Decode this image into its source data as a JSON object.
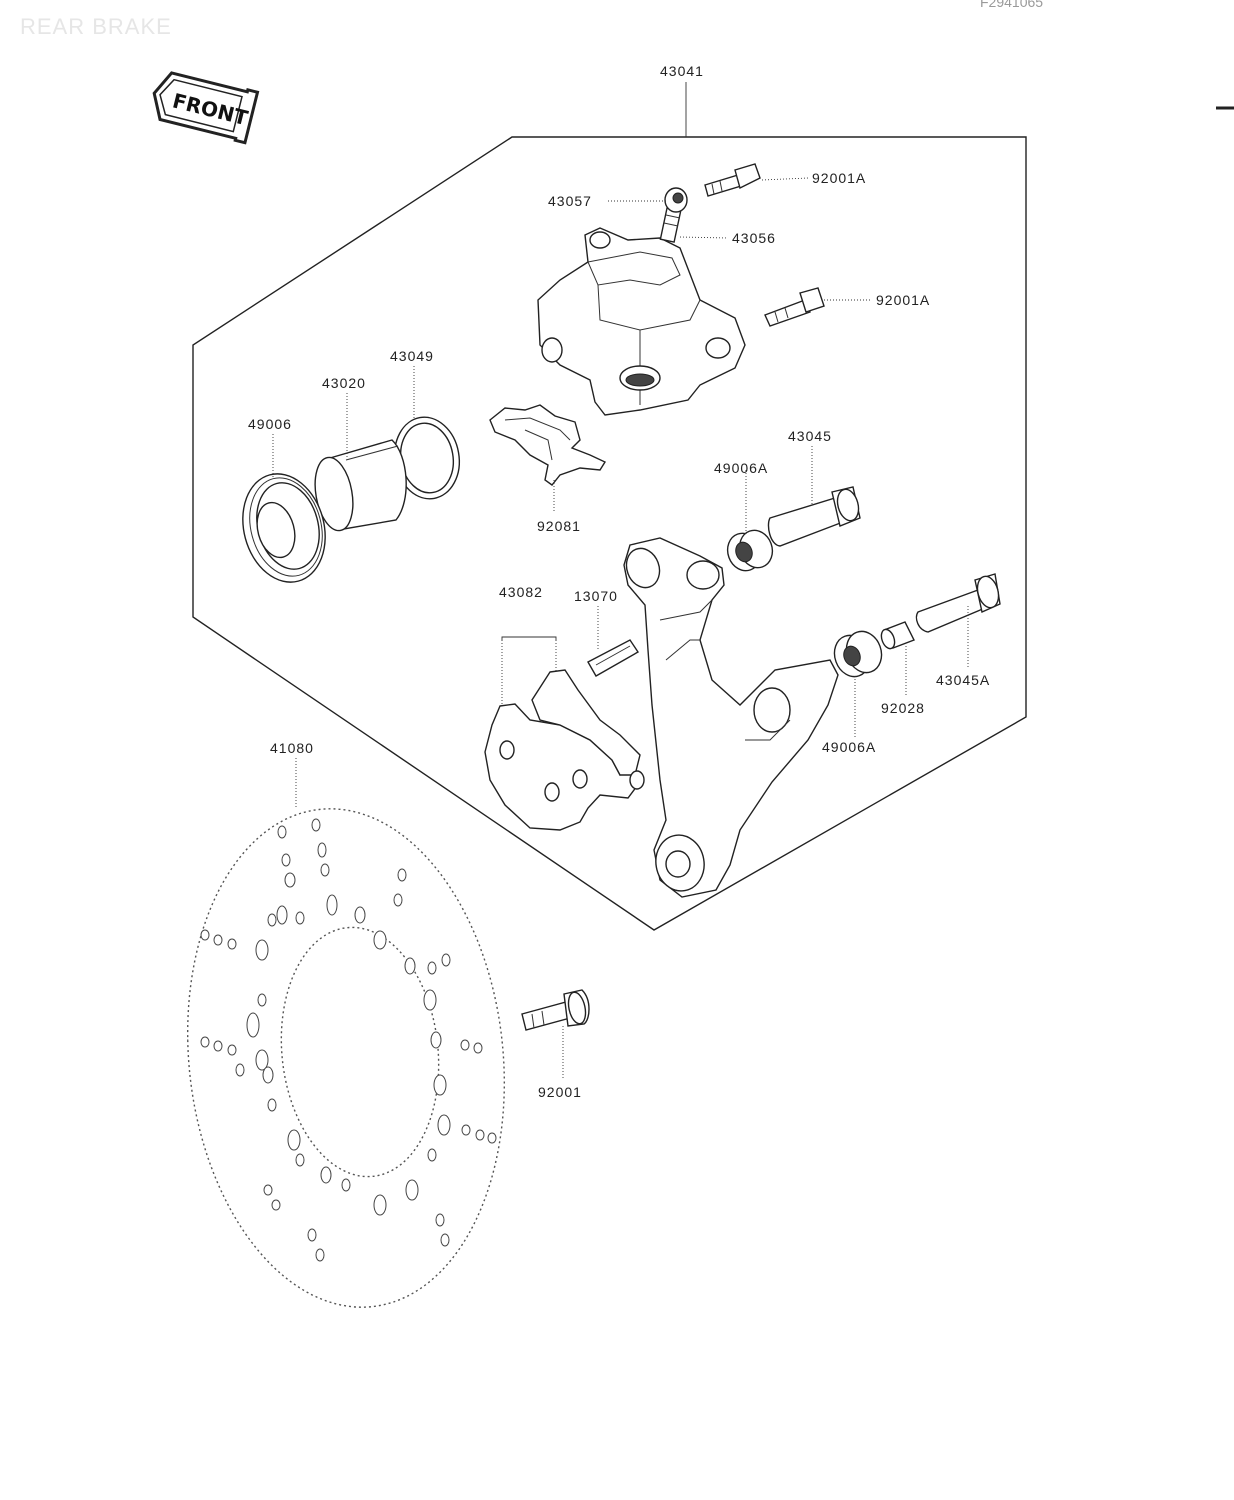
{
  "header": {
    "title": "REAR BRAKE",
    "code": "F2941065"
  },
  "front_badge": {
    "text": "FRONT",
    "icon": "front-arrow-icon"
  },
  "labels": {
    "p43041": "43041",
    "p92001A_top": "92001A",
    "p43057": "43057",
    "p43056": "43056",
    "p92001A_mid": "92001A",
    "p43049": "43049",
    "p43020": "43020",
    "p49006": "49006",
    "p92081": "92081",
    "p43045": "43045",
    "p49006A_top": "49006A",
    "p43082": "43082",
    "p13070": "13070",
    "p43045A": "43045A",
    "p92028": "92028",
    "p49006A_bottom": "49006A",
    "p41080": "41080",
    "p92001": "92001"
  }
}
